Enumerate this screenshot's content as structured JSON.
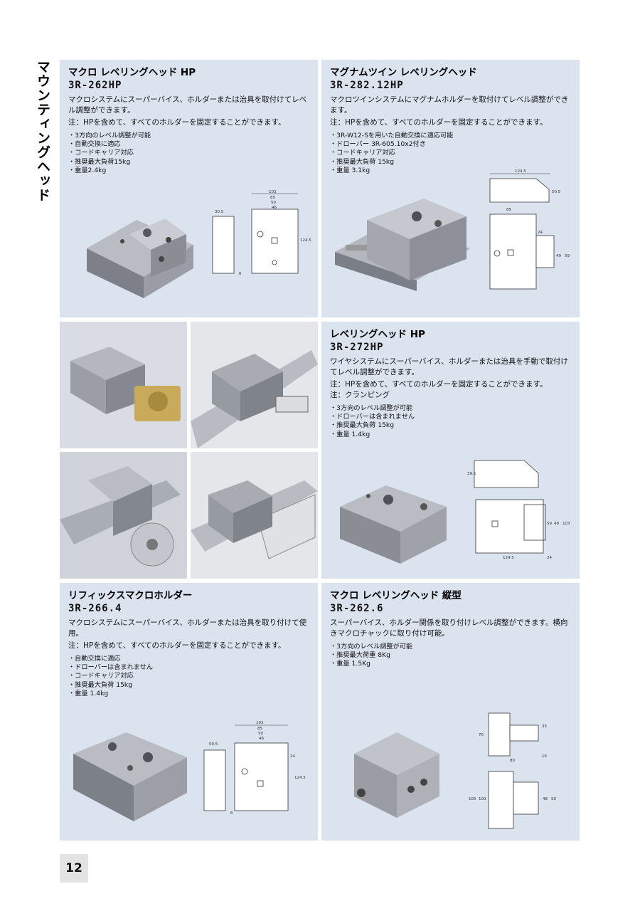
{
  "sidebar": {
    "title": "マウンティングヘッド"
  },
  "page": {
    "number": "12"
  },
  "products": [
    {
      "title": "マクロ レベリングヘッド HP",
      "code": "3R-262HP",
      "desc": "マクロシステムにスーパーバイス、ホルダーまたは治具を取付けてレベル調整ができます。",
      "notes": [
        "注：HPを含めて、すべてのホルダーを固定することができます。"
      ],
      "bullets": [
        "・3方向のレベル調整が可能",
        "・自動交換に適応",
        "・コードキャリア対応",
        "・推奨最大負荷15kg",
        "・重量2.4kg"
      ],
      "dims": {
        "w1": "103",
        "w2": "85",
        "w3": "50",
        "w4": "46",
        "h": "124.5",
        "side": "30.5",
        "s2": "6"
      }
    },
    {
      "title": "マグナムツイン レベリングヘッド",
      "code": "3R-282.12HP",
      "desc": "マクロツインシステムにマグナムホルダーを取付けてレベル調整ができます。",
      "notes": [
        "注：HPを含めて、すべてのホルダーを固定することができます。"
      ],
      "bullets": [
        "・3R-W12-Sを用いた自動交換に適応可能",
        "・ドローバー 3R-605.10x2付き",
        "・コードキャリア対応",
        "・推奨最大負荷 15kg",
        "・重量 3.1kg"
      ],
      "dims": {
        "w1": "124.5",
        "h1": "50.5",
        "w2": "85",
        "d1": "24",
        "d2": "49",
        "d3": "59"
      }
    },
    {
      "title": "レベリングヘッド HP",
      "code": "3R-272HP",
      "desc": "ワイヤシステムにスーパーバイス、ホルダーまたは治具を手動で取付けてレベル調整ができます。",
      "notes": [
        "注：HPを含めて、すべてのホルダーを固定することができます。",
        "注：クランピング"
      ],
      "bullets": [
        "・3方向のレベル調整が可能",
        "・ドローバーは含まれません",
        "・推奨最大負荷 15kg",
        "・重量 1.4kg"
      ],
      "dims": {
        "h1": "39.5",
        "w1": "124.5",
        "w2": "24",
        "d1": "59",
        "d2": "49",
        "d3": "103"
      }
    },
    {
      "title": "リフィックスマクロホルダー",
      "code": "3R-266.4",
      "desc": "マクロシステムにスーパーバイス、ホルダーまたは治具を取り付けて使用。",
      "notes": [
        "注：HPを含めて、すべてのホルダーを固定することができます。"
      ],
      "bullets": [
        "・自動交換に適応",
        "・ドローバーは含まれません",
        "・コードキャリア対応",
        "・推奨最大負荷 15kg",
        "・重量 1.4kg"
      ],
      "dims": {
        "w1": "103",
        "w2": "85",
        "w3": "50",
        "w4": "46",
        "h": "124.5",
        "side": "50.5",
        "s2": "6",
        "d1": "24"
      }
    },
    {
      "title": "マクロ レベリングヘッド 縦型",
      "code": "3R-262.6",
      "desc": "スーパーバイス、ホルダー関係を取り付けレベル調整ができます。横向きマクロチャックに取り付け可能。",
      "notes": [],
      "bullets": [
        "・3方向のレベル調整が可能",
        "・推奨最大荷重 8Kg",
        "・重量 1.5Kg"
      ],
      "dims": {
        "h1": "70",
        "w1": "80",
        "d1": "35",
        "d2": "16",
        "h2": "105",
        "h3": "100",
        "d3": "48",
        "d4": "50"
      }
    }
  ]
}
